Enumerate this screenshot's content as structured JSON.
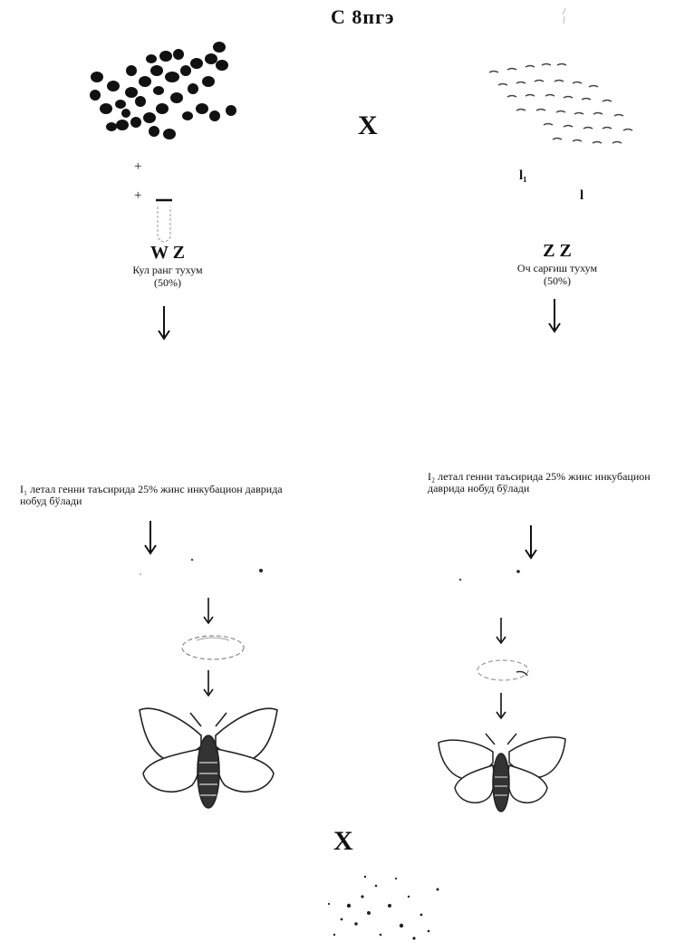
{
  "header": {
    "title": "С 8пгэ"
  },
  "left": {
    "plus_1": "+",
    "plus_2": "+",
    "chromosome": "W Z",
    "egg_label": "Кул ранг тухум",
    "egg_percent": "(50%)",
    "stage_text": "I₁ летал генни таъсирида 25% жинс инкубацион даврида нобуд бўлади"
  },
  "right": {
    "l1_label": "l₁",
    "l_label": "l",
    "chromosome": "Z Z",
    "egg_label": "Оч сарғиш тухум",
    "egg_percent": "(50%)",
    "stage_text": "I₂ летал генни таъсирида 25% жинс инкубацион даврида нобуд бўлади"
  },
  "cross_symbols": {
    "top": "X",
    "bottom": "X"
  },
  "icons": [
    "dark-eggs-cluster-icon",
    "light-eggs-cluster-icon",
    "test-tube-icon",
    "cocoon-icon",
    "moth-icon",
    "down-arrow-icon",
    "scattered-eggs-icon"
  ]
}
